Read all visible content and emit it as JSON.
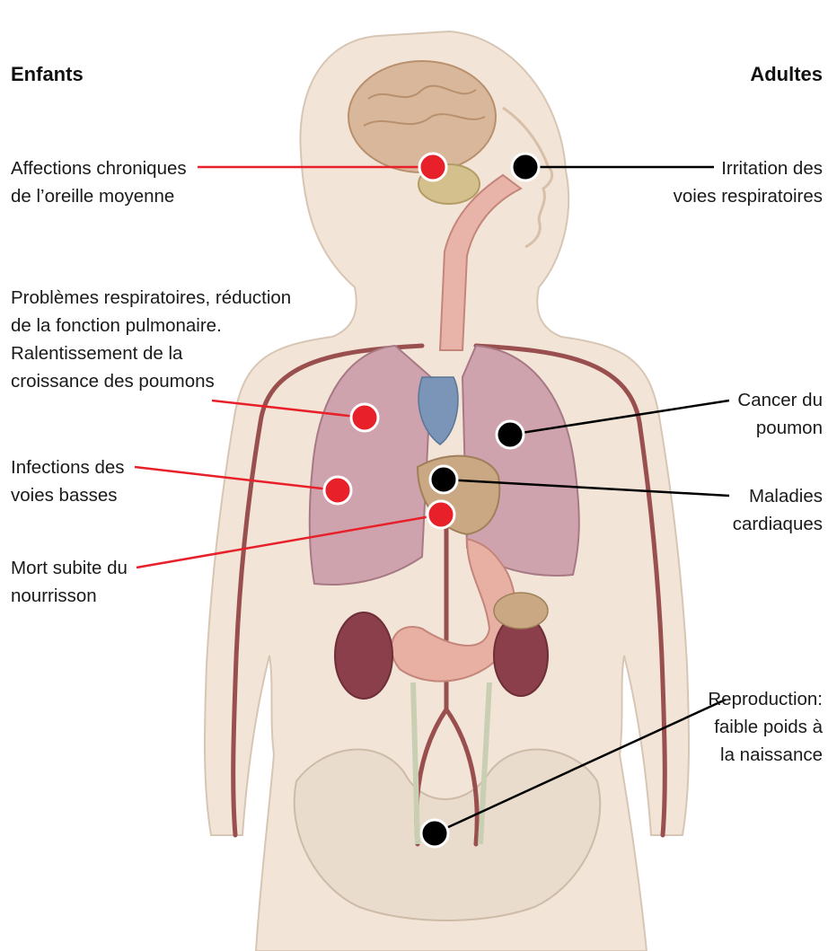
{
  "headers": {
    "children": "Enfants",
    "adults": "Adultes"
  },
  "colors": {
    "children_marker": "#e8202a",
    "adult_marker": "#000000",
    "skin": "#f2e4d6",
    "organ_lung": "#cfa3ad",
    "vessel": "#9a4f4f"
  },
  "children_effects": [
    {
      "lines": [
        "Affections chroniques",
        "de l’oreille moyenne"
      ]
    },
    {
      "lines": [
        "Problèmes respiratoires, réduction",
        "de la fonction pulmonaire.",
        "Ralentissement de la",
        "croissance des poumons"
      ]
    },
    {
      "lines": [
        "Infections des",
        "voies basses"
      ]
    },
    {
      "lines": [
        "Mort subite du",
        "nourrisson"
      ]
    }
  ],
  "adult_effects": [
    {
      "lines": [
        "Irritation des",
        "voies respiratoires"
      ]
    },
    {
      "lines": [
        "Cancer du",
        "poumon"
      ]
    },
    {
      "lines": [
        "Maladies",
        "cardiaques"
      ]
    },
    {
      "lines": [
        "Reproduction:",
        "faible poids à",
        "la naissance"
      ]
    }
  ]
}
